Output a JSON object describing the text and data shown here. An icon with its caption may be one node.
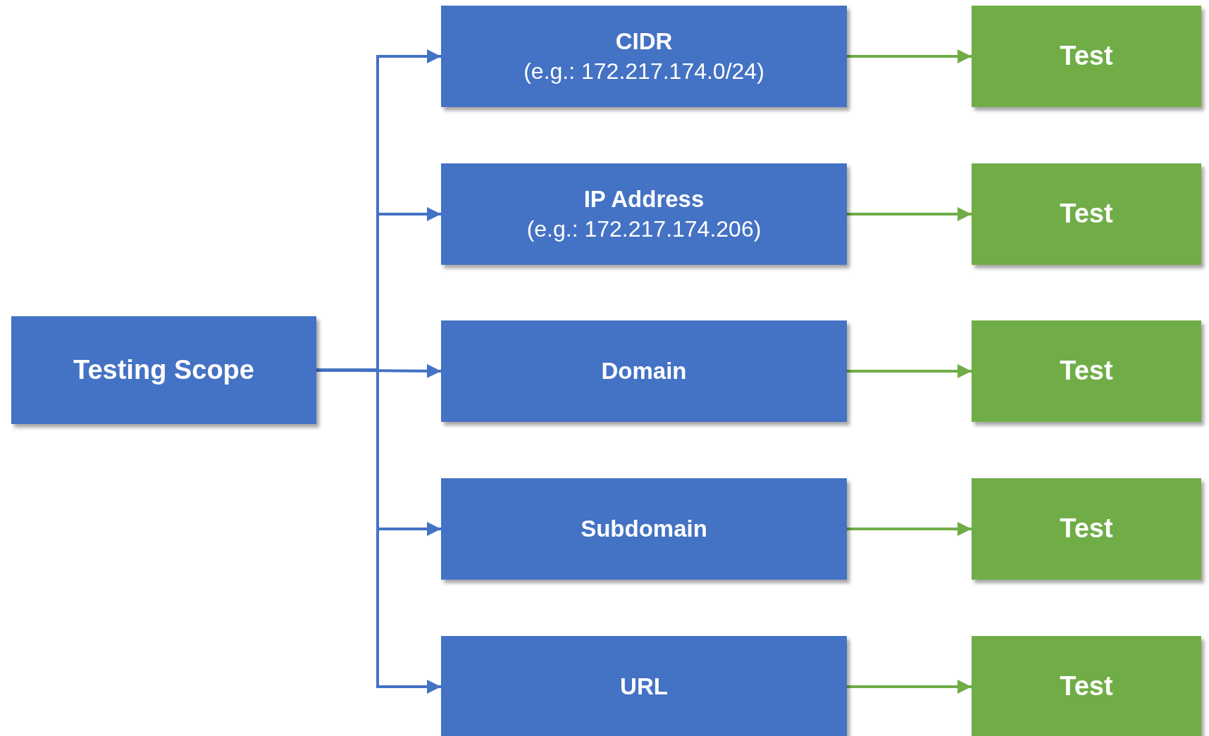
{
  "diagram": {
    "nodes": [
      {
        "text": [
          "Testing Scope"
        ]
      },
      {
        "text": [
          "CIDR",
          "(e.g.: 172.217.174.0/24)"
        ]
      },
      {
        "text": [
          "IP Address",
          "(e.g.: 172.217.174.206)"
        ]
      },
      {
        "text": [
          "Domain"
        ]
      },
      {
        "text": [
          "Subdomain"
        ]
      },
      {
        "text": [
          "URL"
        ]
      },
      {
        "text": [
          "Test"
        ]
      },
      {
        "text": [
          "Test"
        ]
      },
      {
        "text": [
          "Test"
        ]
      },
      {
        "text": [
          "Test"
        ]
      },
      {
        "text": [
          "Test"
        ]
      }
    ],
    "edges": [
      {
        "from": 0,
        "to": 1,
        "arrow": "to",
        "color": "#4472c4"
      },
      {
        "from": 0,
        "to": 2,
        "arrow": "to",
        "color": "#4472c4"
      },
      {
        "from": 0,
        "to": 3,
        "arrow": "to",
        "color": "#4472c4"
      },
      {
        "from": 0,
        "to": 4,
        "arrow": "to",
        "color": "#4472c4"
      },
      {
        "from": 0,
        "to": 5,
        "arrow": "to",
        "color": "#4472c4"
      },
      {
        "from": 1,
        "to": 6,
        "arrow": "to",
        "color": "#70ad47"
      },
      {
        "from": 2,
        "to": 7,
        "arrow": "to",
        "color": "#70ad47"
      },
      {
        "from": 3,
        "to": 8,
        "arrow": "to",
        "color": "#70ad47"
      },
      {
        "from": 4,
        "to": 9,
        "arrow": "to",
        "color": "#70ad47"
      },
      {
        "from": 5,
        "to": 10,
        "arrow": "to",
        "color": "#70ad47"
      }
    ]
  }
}
